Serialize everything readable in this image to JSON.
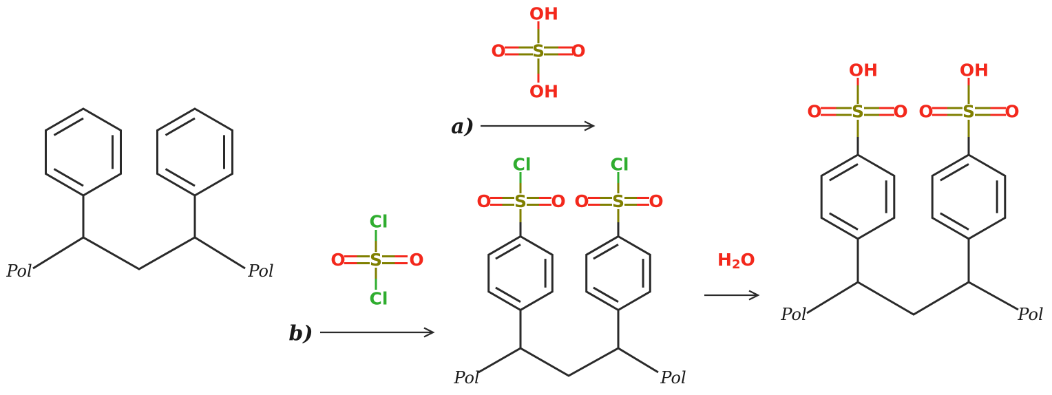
{
  "colors": {
    "bond": "#2a2a2a",
    "text": "#1a1a1a",
    "red": "#f3281c",
    "olive": "#7f7f00",
    "green": "#2fad2f"
  },
  "labels": {
    "step_a": "a)",
    "step_b": "b)",
    "pol": "Pol",
    "water": {
      "h": "H",
      "sub": "2",
      "o": "O"
    },
    "atoms": {
      "o": "O",
      "s": "S",
      "oh": "OH",
      "cl": "Cl"
    }
  }
}
